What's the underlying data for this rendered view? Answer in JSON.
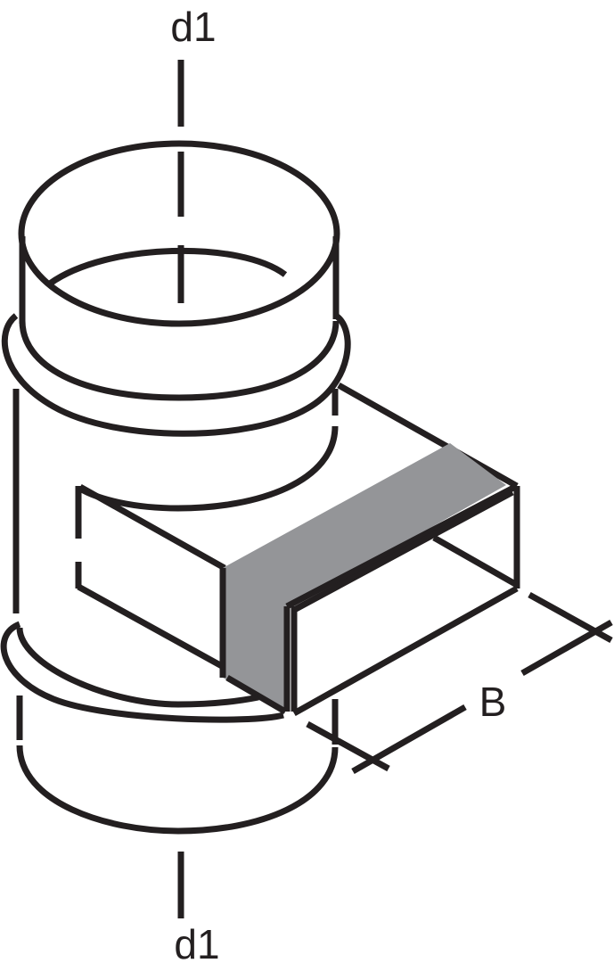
{
  "labels": {
    "top_diameter": "d1",
    "bottom_diameter": "d1",
    "branch_width": "B"
  },
  "colors": {
    "line": "#231f20",
    "band": "#949598",
    "background": "#ffffff"
  }
}
